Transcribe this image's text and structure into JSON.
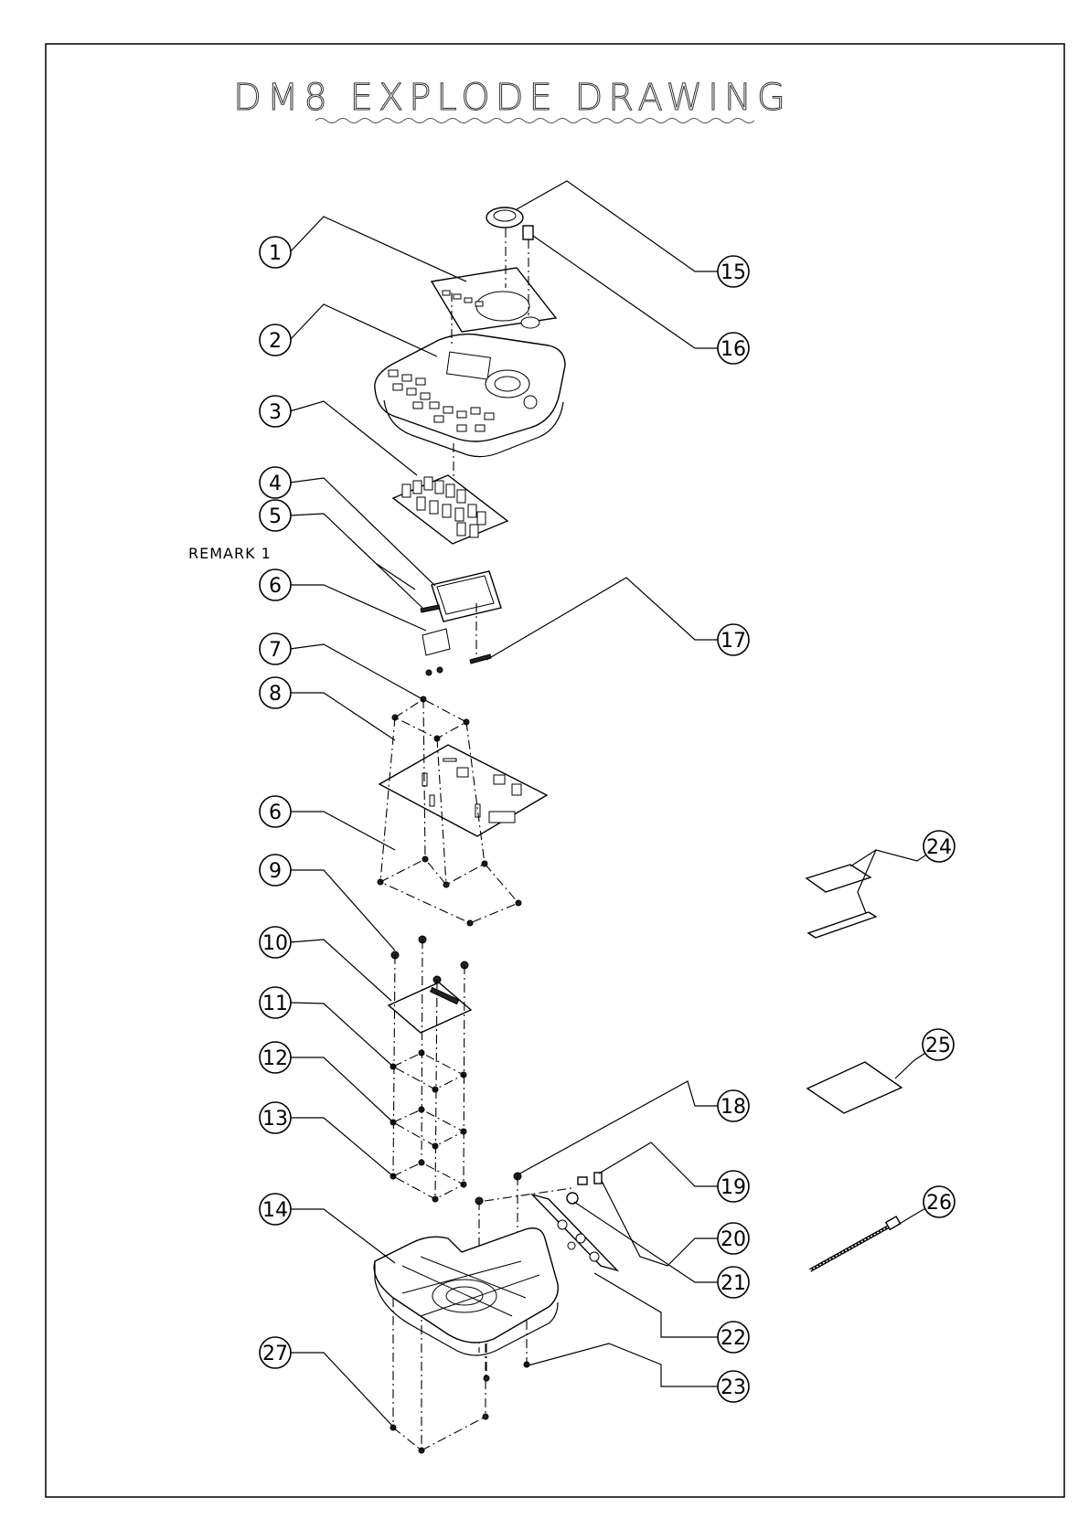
{
  "title": "DM8 EXPLODE DRAWING",
  "remark": "REMARK  1",
  "callouts": [
    "1",
    "2",
    "3",
    "4",
    "5",
    "6",
    "7",
    "8",
    "6",
    "9",
    "10",
    "11",
    "12",
    "13",
    "14",
    "15",
    "16",
    "17",
    "18",
    "19",
    "20",
    "21",
    "22",
    "23",
    "24",
    "25",
    "26",
    "27"
  ]
}
